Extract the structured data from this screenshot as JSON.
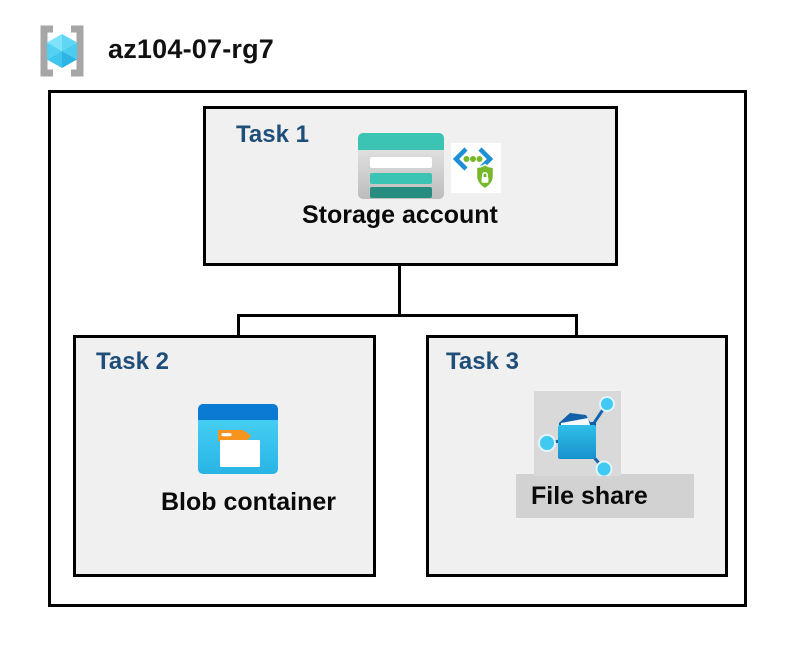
{
  "header": {
    "title": "az104-07-rg7",
    "icon": "resource-group-icon"
  },
  "diagram": {
    "tasks": [
      {
        "id": "task-1",
        "label": "Task 1",
        "item": "Storage account",
        "icons": [
          "storage-account-icon",
          "sas-security-icon"
        ]
      },
      {
        "id": "task-2",
        "label": "Task 2",
        "item": "Blob container",
        "icons": [
          "blob-container-icon"
        ]
      },
      {
        "id": "task-3",
        "label": "Task 3",
        "item": "File share",
        "icons": [
          "file-share-icon"
        ]
      }
    ],
    "connections": [
      {
        "from": "Storage account",
        "to": "Blob container"
      },
      {
        "from": "Storage account",
        "to": "File share"
      }
    ]
  },
  "colors": {
    "task_label_navy": "#1F4E79",
    "task_box_fill": "#F0F0F0",
    "border_black": "#000000",
    "storage_teal": "#3BC3B4",
    "storage_teal_dark": "#278C80",
    "azure_blue": "#0B7AD2",
    "cyan_node": "#3FC9F3",
    "security_green": "#76B82A",
    "chevron_blue": "#1E8FD5",
    "tag_orange": "#F7941E",
    "highlight_gray": "#D2D2D2"
  }
}
